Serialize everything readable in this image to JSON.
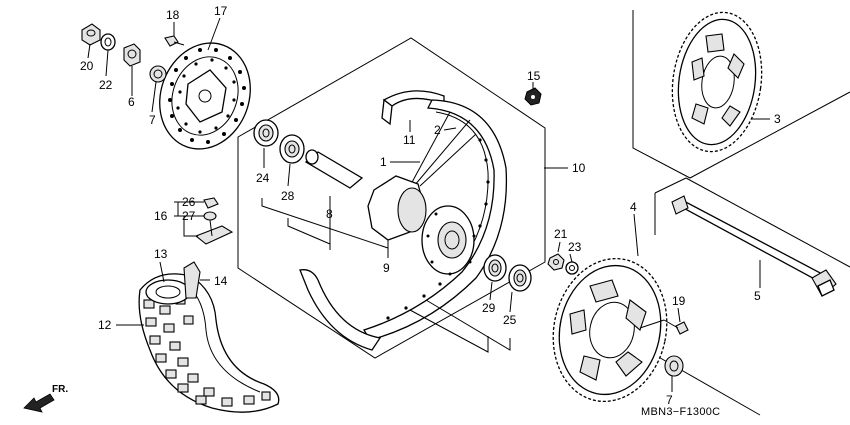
{
  "diagram": {
    "drawing_code": "MBN3−F1300C",
    "direction_label": "FR.",
    "labels": [
      {
        "id": "p20",
        "text": "20"
      },
      {
        "id": "p22",
        "text": "22"
      },
      {
        "id": "p6",
        "text": "6"
      },
      {
        "id": "p18",
        "text": "18"
      },
      {
        "id": "p17",
        "text": "17"
      },
      {
        "id": "p7a",
        "text": "7"
      },
      {
        "id": "p15",
        "text": "15"
      },
      {
        "id": "p11",
        "text": "11"
      },
      {
        "id": "p2",
        "text": "2"
      },
      {
        "id": "p1",
        "text": "1"
      },
      {
        "id": "p10",
        "text": "10"
      },
      {
        "id": "p24",
        "text": "24"
      },
      {
        "id": "p28",
        "text": "28"
      },
      {
        "id": "p8",
        "text": "8"
      },
      {
        "id": "p9",
        "text": "9"
      },
      {
        "id": "p26",
        "text": "26"
      },
      {
        "id": "p16",
        "text": "16"
      },
      {
        "id": "p27",
        "text": "27"
      },
      {
        "id": "p13",
        "text": "13"
      },
      {
        "id": "p14",
        "text": "14"
      },
      {
        "id": "p12",
        "text": "12"
      },
      {
        "id": "p21",
        "text": "21"
      },
      {
        "id": "p23",
        "text": "23"
      },
      {
        "id": "p29",
        "text": "29"
      },
      {
        "id": "p25",
        "text": "25"
      },
      {
        "id": "p3",
        "text": "3"
      },
      {
        "id": "p4",
        "text": "4"
      },
      {
        "id": "p5",
        "text": "5"
      },
      {
        "id": "p19",
        "text": "19"
      },
      {
        "id": "p7b",
        "text": "7"
      }
    ]
  }
}
